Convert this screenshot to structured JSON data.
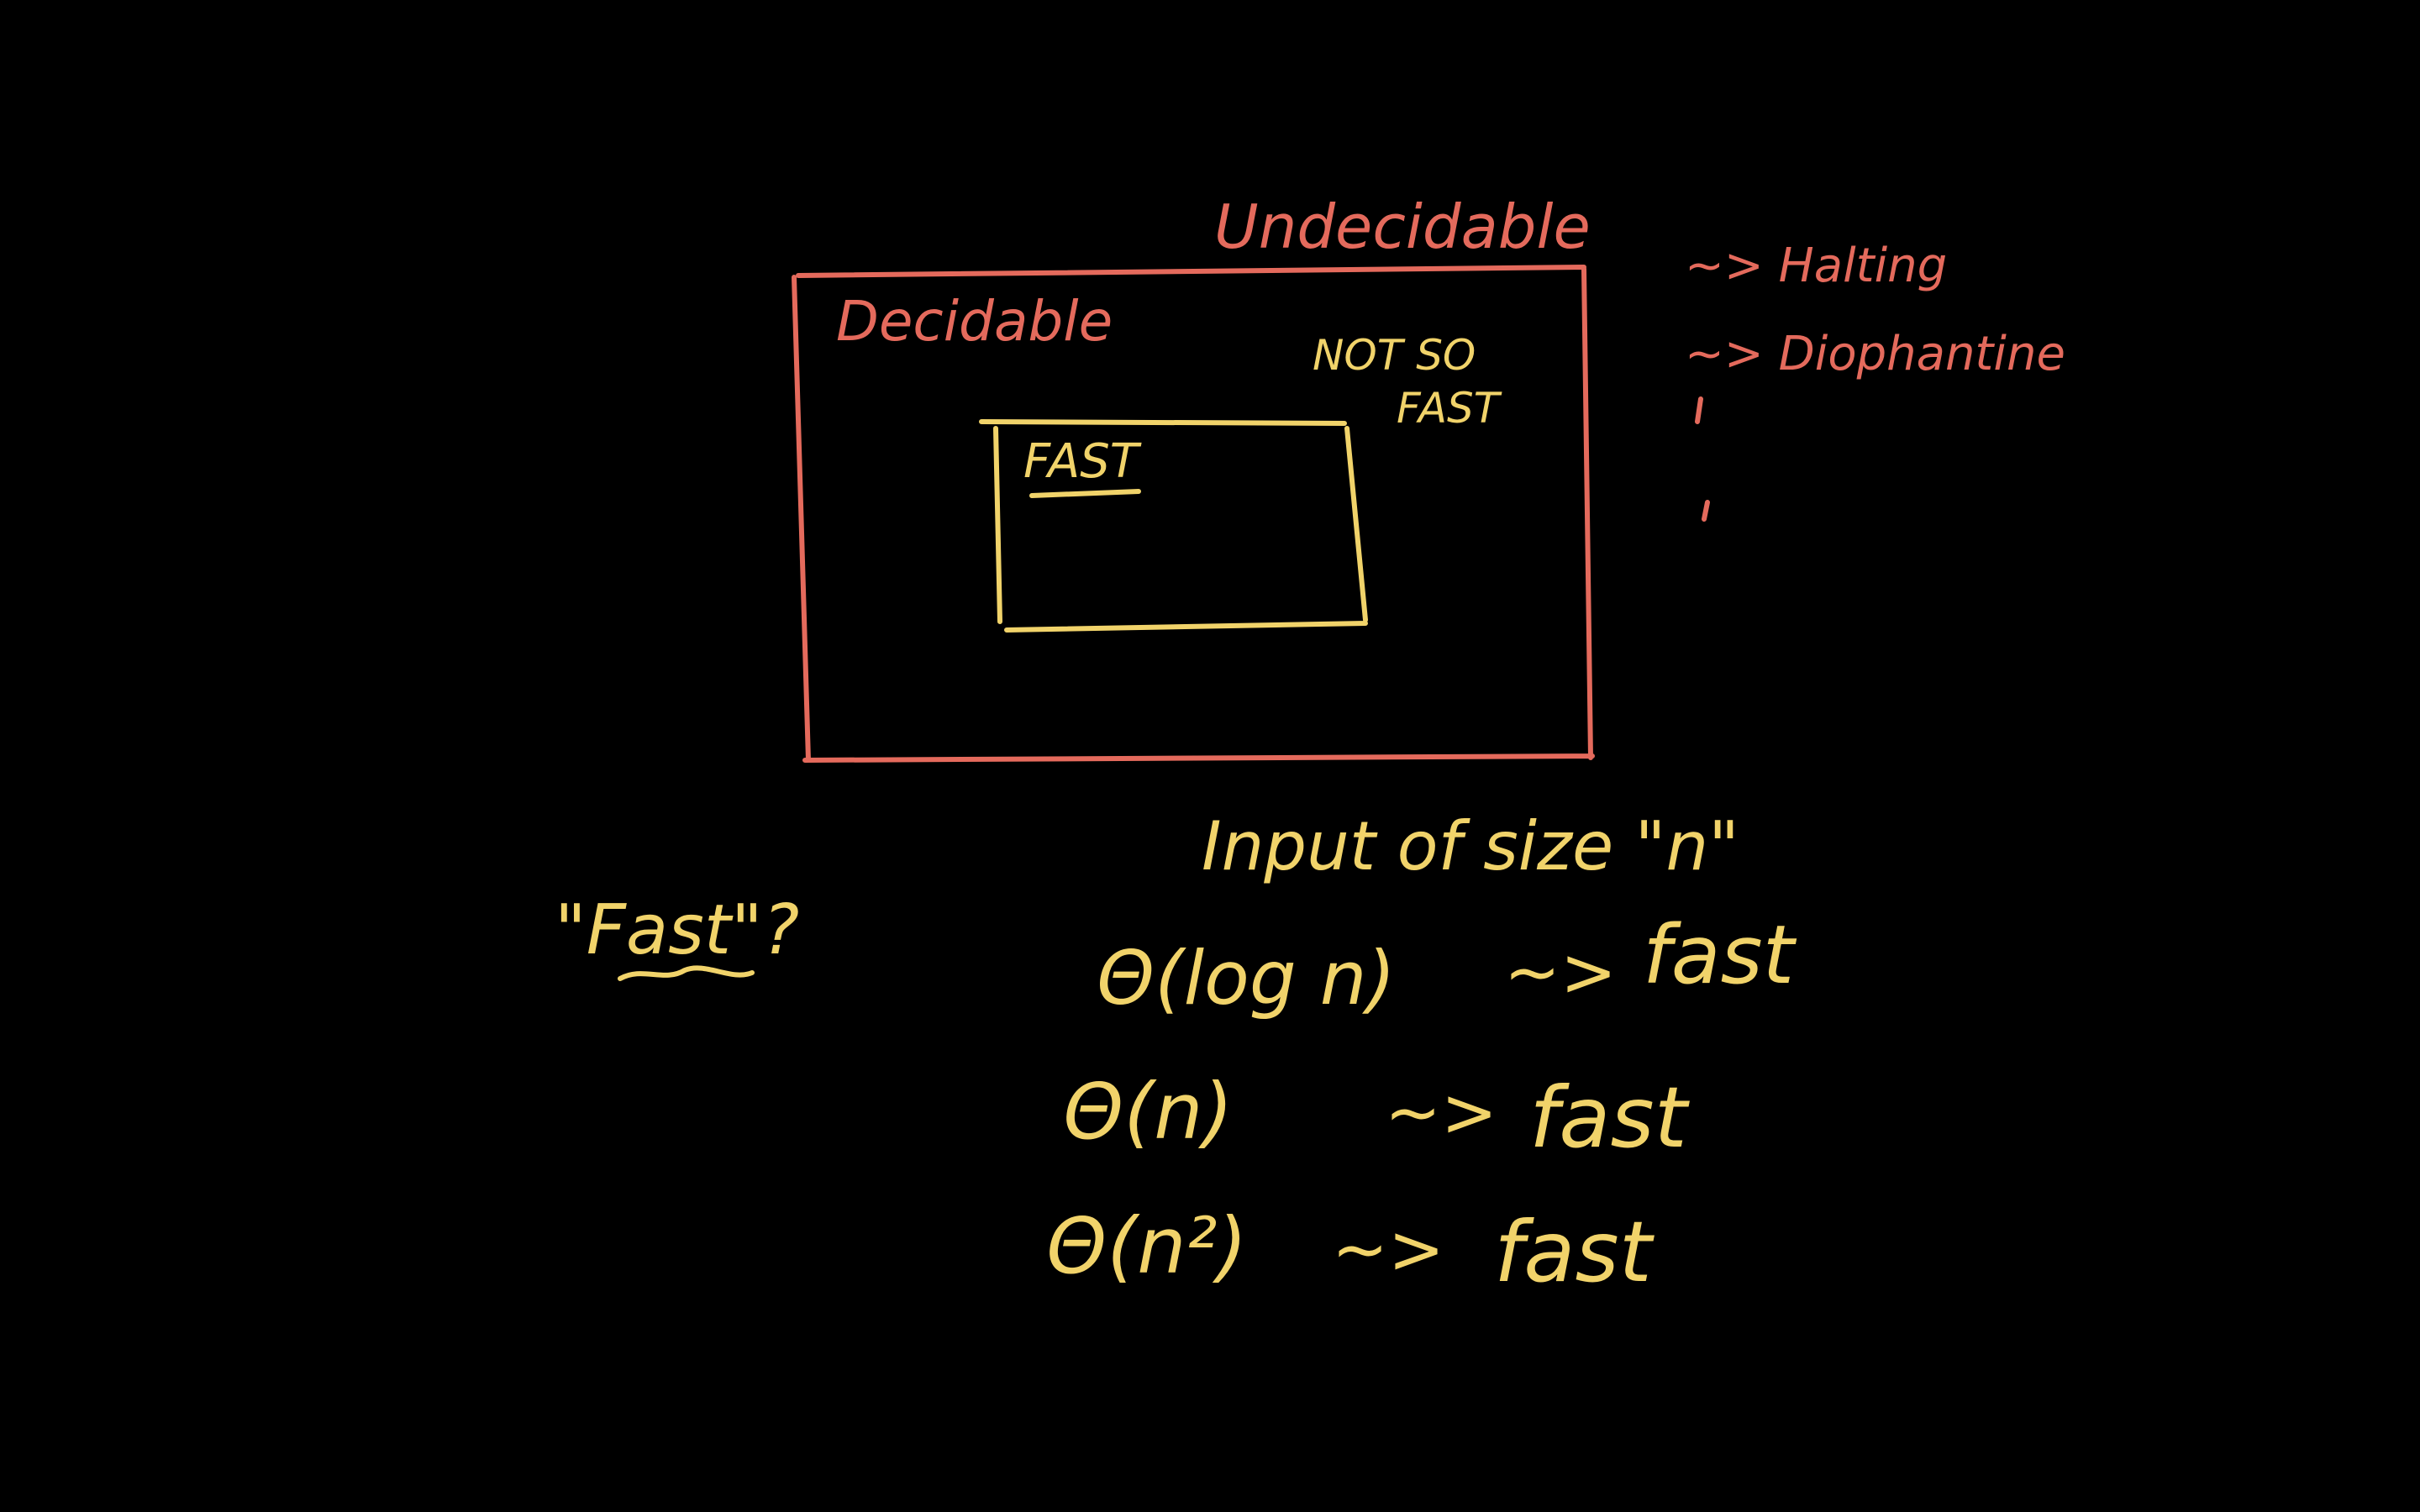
{
  "diagram": {
    "outer_label": "Undecidable",
    "inner_label": "Decidable",
    "not_so_fast_line1": "NOT SO",
    "not_so_fast_line2": "FAST",
    "fast_box_label": "FAST",
    "undecidable_examples": [
      "~> Halting",
      "~> Diophantine"
    ],
    "question": "\"Fast\"?",
    "input_caption": "Input of size \"n\"",
    "complexities": [
      {
        "notation": "Θ(log n)",
        "arrow": "~>",
        "verdict": "fast"
      },
      {
        "notation": "Θ(n)",
        "arrow": "~>",
        "verdict": "fast"
      },
      {
        "notation": "Θ(n²)",
        "arrow": "~>",
        "verdict": "fast"
      }
    ]
  },
  "colors": {
    "background": "#000000",
    "red_ink": "#e46a5c",
    "yellow_ink": "#f1d36a"
  }
}
